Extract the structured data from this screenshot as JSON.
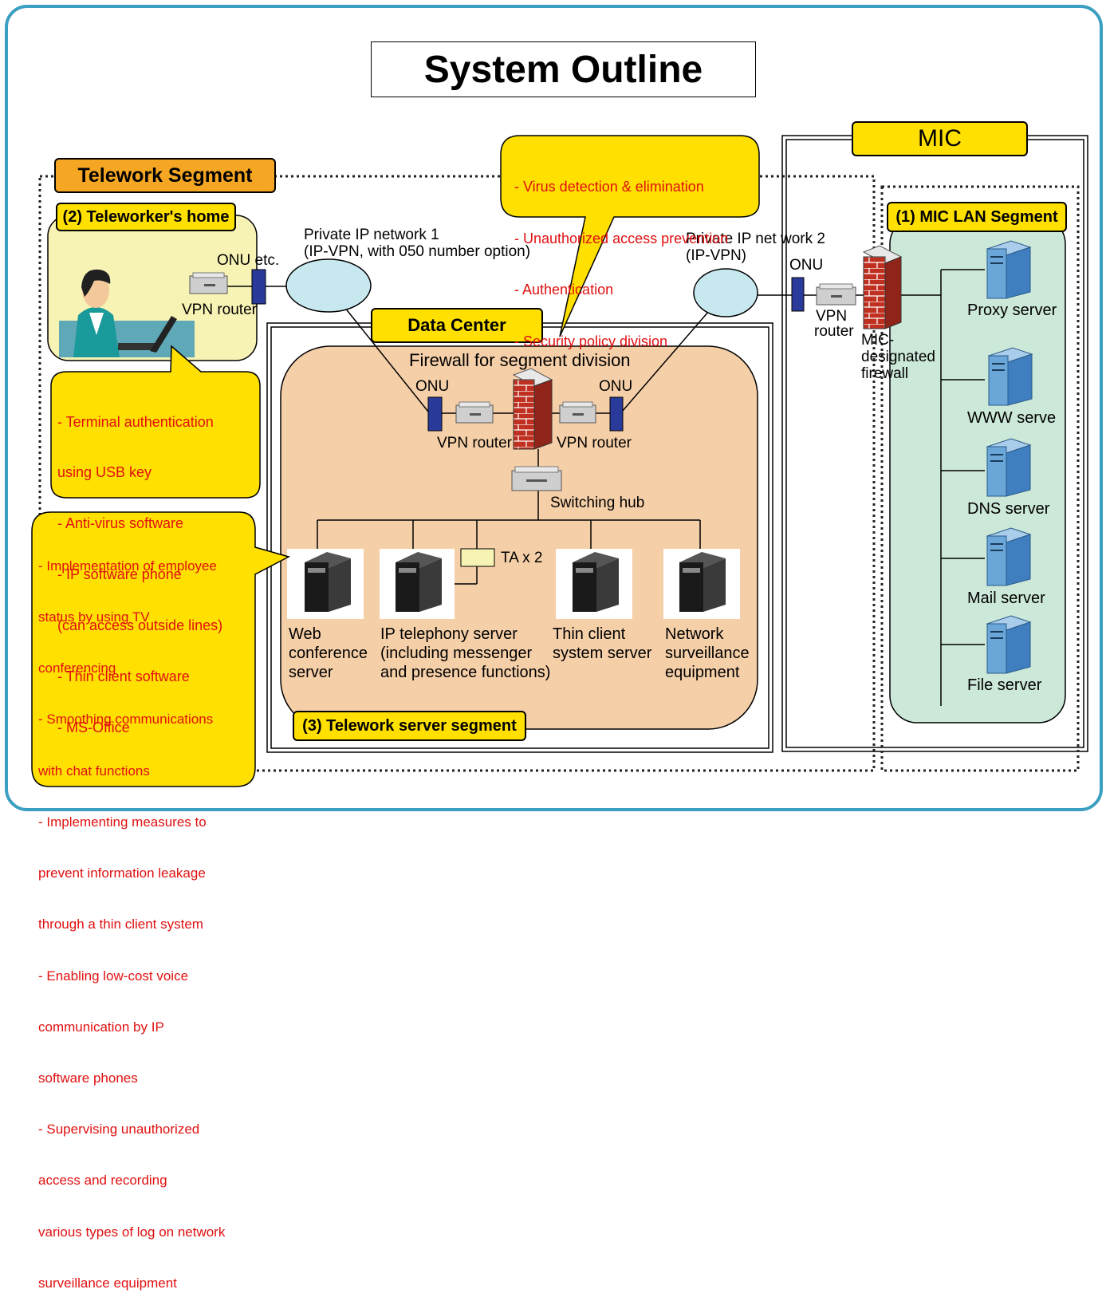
{
  "title": "System Outline",
  "segments": {
    "telework": "Telework Segment",
    "mic": "MIC",
    "mic_lan": "(1) MIC LAN Segment",
    "home": "(2) Teleworker's home",
    "data_center": "Data Center",
    "server_segment": "(3) Telework server segment"
  },
  "home": {
    "onu_label": "ONU etc.",
    "vpn_router_label": "VPN router"
  },
  "networks": {
    "net1_line1": "Private IP network 1",
    "net1_line2": "(IP-VPN, with 050 number option)",
    "net2_line1": "Private IP net work 2",
    "net2_line2": "(IP-VPN)"
  },
  "mic": {
    "onu_label": "ONU",
    "vpn_router_line1": "VPN",
    "vpn_router_line2": "router",
    "firewall_line1": "MIC-",
    "firewall_line2": "designated",
    "firewall_line3": "firewall",
    "servers": [
      "Proxy server",
      "WWW serve",
      "DNS server",
      "Mail server",
      "File server"
    ]
  },
  "data_center": {
    "firewall_label": "Firewall for segment division",
    "onu_left": "ONU",
    "onu_right": "ONU",
    "vpn_router_left": "VPN router",
    "vpn_router_right": "VPN router",
    "switching_hub": "Switching hub",
    "ta": "TA x 2",
    "servers": [
      {
        "l1": "Web",
        "l2": "conference",
        "l3": "server"
      },
      {
        "l1": "IP telephony server",
        "l2": "(including messenger",
        "l3": "and presence functions)"
      },
      {
        "l1": "Thin client",
        "l2": "system server",
        "l3": ""
      },
      {
        "l1": "Network",
        "l2": "surveillance",
        "l3": "equipment"
      }
    ]
  },
  "callouts": {
    "security": [
      "- Virus detection & elimination",
      "- Unauthorized access prevention",
      "- Authentication",
      "- Security policy division"
    ],
    "terminal": [
      "- Terminal authentication",
      "   using USB key",
      "- Anti-virus software",
      "- IP software phone",
      "    (can access outside lines)",
      "- Thin client software",
      "- MS-Office"
    ],
    "benefits": [
      "- Implementation of employee",
      "  status by using TV",
      "  conferencing",
      "- Smoothing communications",
      "  with chat functions",
      "- Implementing measures to",
      "  prevent information leakage",
      "  through a thin client system",
      "- Enabling low-cost voice",
      "  communication by  IP",
      "  software phones",
      "- Supervising unauthorized",
      "  access and recording",
      "  various types of log on network",
      "  surveillance equipment"
    ]
  },
  "colors": {
    "frame": "#3a9fc0",
    "telework_tag": "#f5a623",
    "yellow": "#ffe000",
    "home_bg": "#f7f3b5",
    "server_segment_bg": "#f5cfa8",
    "mic_lan_bg": "#cce8d8",
    "cloud": "#c8e8f0",
    "onu": "#2a3a9a",
    "callout_text": "#e01010"
  }
}
